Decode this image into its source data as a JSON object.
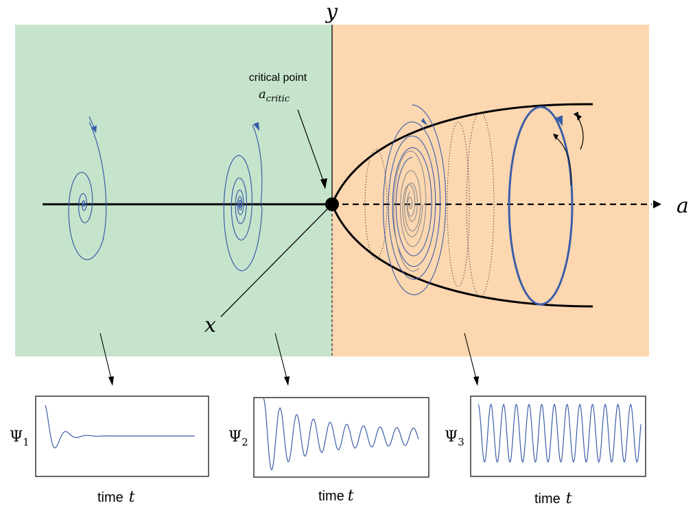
{
  "colors": {
    "stable_region": "#c6e4cc",
    "unstable_region": "#fdd7b0",
    "trajectory": "#3a5ca8",
    "axis": "#000000",
    "grey_trajectory": "#8c8c8c"
  },
  "axes": {
    "y_label": "y",
    "x_label": "x",
    "a_label": "a"
  },
  "annotation": {
    "line1": "critical point",
    "line2_base": "a",
    "line2_sub": "critic"
  },
  "panels": [
    {
      "symbol": "Ψ",
      "sub": "1",
      "time_word": "time",
      "time_var": "t"
    },
    {
      "symbol": "Ψ",
      "sub": "2",
      "time_word": "time",
      "time_var": "t"
    },
    {
      "symbol": "Ψ",
      "sub": "3",
      "time_word": "time",
      "time_var": "t"
    }
  ]
}
